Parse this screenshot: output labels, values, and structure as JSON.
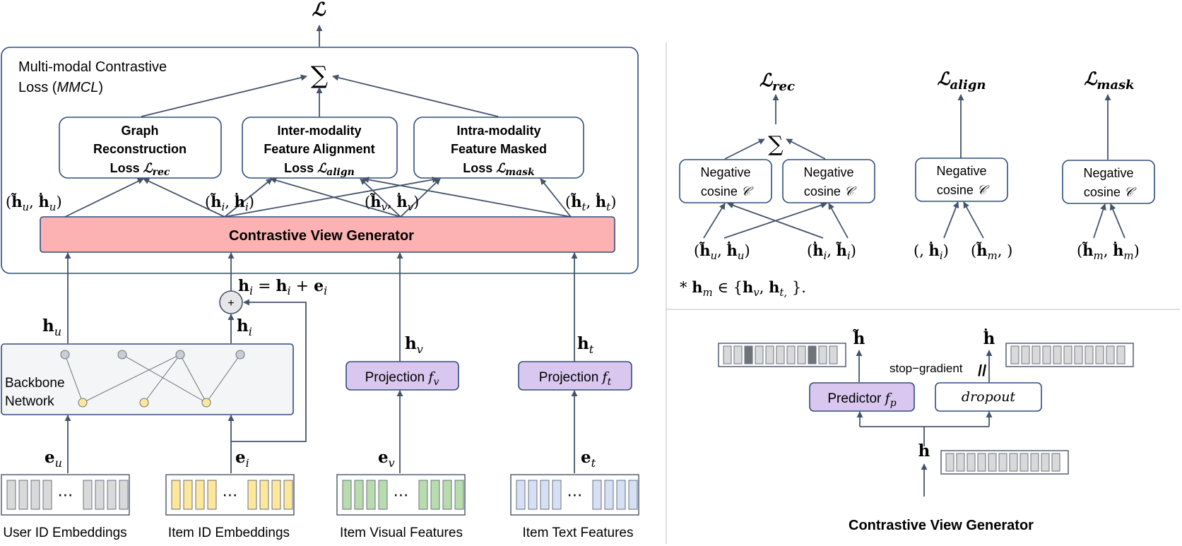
{
  "colors": {
    "box_stroke": "#2f4d7e",
    "arrow": "#44546a",
    "generator_fill": "#fcb2b2",
    "projection_fill": "#d9c7ef",
    "panel_fill": "#f4f5f6",
    "cell_gray": "#d9d9d9",
    "cell_yellow": "#fde79a",
    "cell_green": "#b9dcae",
    "cell_blue": "#d6e0f5",
    "node_gray": "#c9ced6",
    "node_yellow": "#fde79a",
    "sum_node_fill": "#e6e6e6",
    "divider": "#bfbfbf"
  },
  "left": {
    "final_loss": "ℒ",
    "mmcl_label_line1": "Multi-modal Contrastive",
    "mmcl_label_line2_prefix": "Loss (",
    "mmcl_label_line2_italic": "MMCL",
    "mmcl_label_line2_suffix": ")",
    "sum_symbol": "∑",
    "loss_boxes": [
      {
        "line1": "Graph",
        "line2": "Reconstruction",
        "line3_prefix": "Loss ",
        "line3_symbol": "ℒ",
        "line3_sub": "rec"
      },
      {
        "line1": "Inter-modality",
        "line2": "Feature Alignment",
        "line3_prefix": "Loss ",
        "line3_symbol": "ℒ",
        "line3_sub": "align"
      },
      {
        "line1": "Intra-modality",
        "line2": "Feature Masked",
        "line3_prefix": "Loss ",
        "line3_symbol": "ℒ",
        "line3_sub": "mask"
      }
    ],
    "pairs": [
      {
        "open": "(",
        "a": "h̃",
        "a_sub": "u",
        "sep": ", ",
        "b": "ḣ",
        "b_sub": "u",
        "close": ")"
      },
      {
        "open": "(",
        "a": "h̃",
        "a_sub": "i",
        "sep": ", ",
        "b": "ḣ",
        "b_sub": "i",
        "close": ")"
      },
      {
        "open": "(",
        "a": "h̃",
        "a_sub": "v",
        "sep": ", ",
        "b": "ḣ",
        "b_sub": "v",
        "close": ")"
      },
      {
        "open": "(",
        "a": "h̃",
        "a_sub": "t",
        "sep": ", ",
        "b": "ḣ",
        "b_sub": "t",
        "close": ")"
      }
    ],
    "generator_label": "Contrastive View Generator",
    "plus_symbol": "+",
    "residual_equation": {
      "lhs": "h",
      "lhs_sub": "i",
      "eq": " = ",
      "r1": "h",
      "r1_sub": "i",
      "plus": " + ",
      "r2": "e",
      "r2_sub": "i"
    },
    "h_labels": [
      {
        "base": "h",
        "sub": "u"
      },
      {
        "base": "h",
        "sub": "i"
      },
      {
        "base": "h",
        "sub": "v"
      },
      {
        "base": "h",
        "sub": "t"
      }
    ],
    "backbone_line1": "Backbone",
    "backbone_line2": "Network",
    "projections": [
      {
        "text": "Projection ",
        "symbol": "f",
        "sub": "v"
      },
      {
        "text": "Projection ",
        "symbol": "f",
        "sub": "t"
      }
    ],
    "e_labels": [
      {
        "base": "e",
        "sub": "u"
      },
      {
        "base": "e",
        "sub": "i"
      },
      {
        "base": "e",
        "sub": "v"
      },
      {
        "base": "e",
        "sub": "t"
      }
    ],
    "ellipsis": "⋯",
    "bottom_labels": [
      "User ID Embeddings",
      "Item ID Embeddings",
      "Item Visual Features",
      "Item Text Features"
    ]
  },
  "right_top": {
    "losses": [
      {
        "symbol": "ℒ",
        "sub": "rec"
      },
      {
        "symbol": "ℒ",
        "sub": "align"
      },
      {
        "symbol": "ℒ",
        "sub": "mask"
      }
    ],
    "sum_symbol": "∑",
    "neg_line1": "Negative",
    "neg_line2_prefix": "cosine ",
    "neg_symbol": "𝒞",
    "inputs": [
      {
        "open": "(",
        "a": "h̃",
        "a_sub": "u",
        "sep": ", ",
        "b": "ḣ",
        "b_sub": "u",
        "close": ")"
      },
      {
        "open": "(",
        "a": "ḣ",
        "a_sub": "i",
        "sep": ", ",
        "b": "h̃",
        "b_sub": "i",
        "close": ")"
      },
      {
        "open": "(, ",
        "a": "ḣ",
        "a_sub": "i",
        "sep": "",
        "b": "",
        "b_sub": "",
        "close": ")"
      },
      {
        "open": "(",
        "a": "h̃",
        "a_sub": "m",
        "sep": ", ",
        "b": "",
        "b_sub": "",
        "close": ")"
      },
      {
        "open": "(",
        "a": "h̃",
        "a_sub": "m",
        "sep": ", ",
        "b": "ḣ",
        "b_sub": "m",
        "close": ")"
      }
    ],
    "note": {
      "star": "* ",
      "base": "h",
      "sub": "m",
      "member": "  ∈ {",
      "v": "h",
      "v_sub": "v",
      "comma": ", ",
      "t": "h",
      "t_sub": "t,",
      "end": " }."
    }
  },
  "right_bottom": {
    "h_tilde": "h̃",
    "h_dot": "ḣ",
    "h": "h",
    "stop_gradient": "stop−gradient",
    "stop_mark": "//",
    "predictor": {
      "text": "Predictor ",
      "symbol": "f",
      "sub": "p"
    },
    "dropout": "dropout",
    "title": "Contrastive View Generator"
  }
}
